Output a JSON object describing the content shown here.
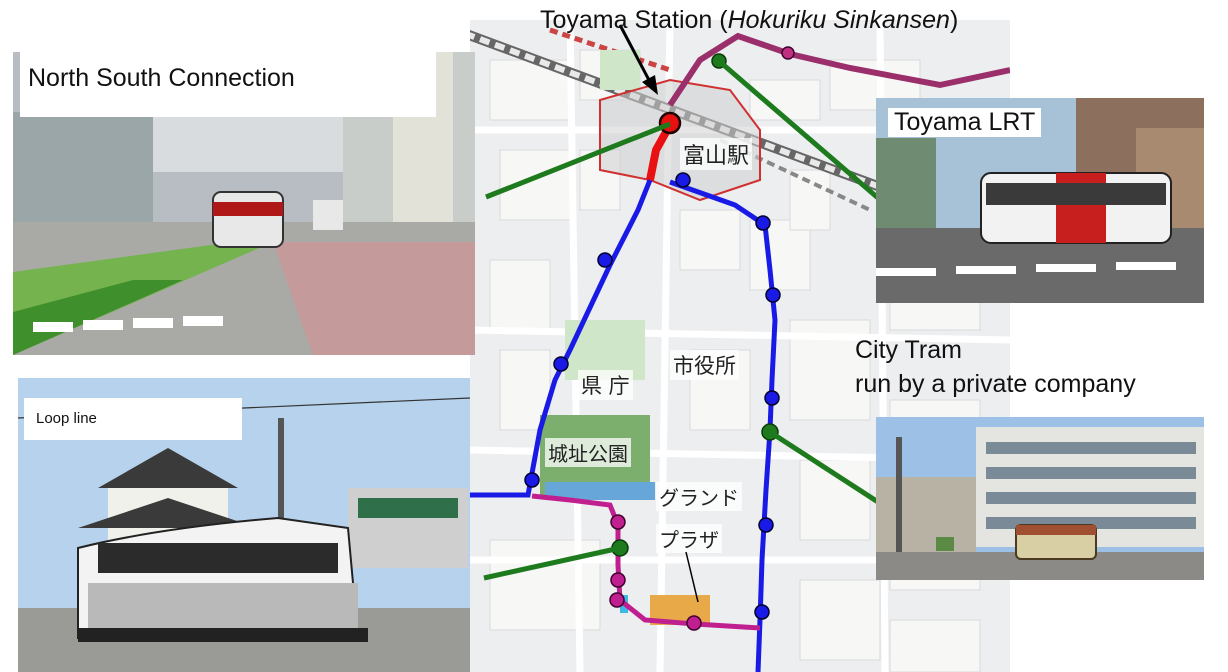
{
  "title": {
    "station_name": "Toyama Station (",
    "station_line": "Hokuriku Sinkansen",
    "station_close": ")"
  },
  "captions": {
    "north_south": "North South Connection",
    "toyama_lrt": "Toyama LRT",
    "city_tram_line1": "City Tram",
    "city_tram_line2": "run by a private company",
    "loop_line": "Loop line"
  },
  "map_labels": {
    "station": "富山駅",
    "city_hall": "市役所",
    "prefecture": "県 庁",
    "castle_park": "城址公園",
    "grand": "グランド",
    "plaza": "プラザ"
  },
  "colors": {
    "blue_line": "#1a1ae6",
    "loop_line": "#c0208f",
    "lrt_line": "#9b2f6b",
    "connector": "#1d7a1d",
    "station_marker": "#e81010",
    "station_outline": "#d03030"
  }
}
